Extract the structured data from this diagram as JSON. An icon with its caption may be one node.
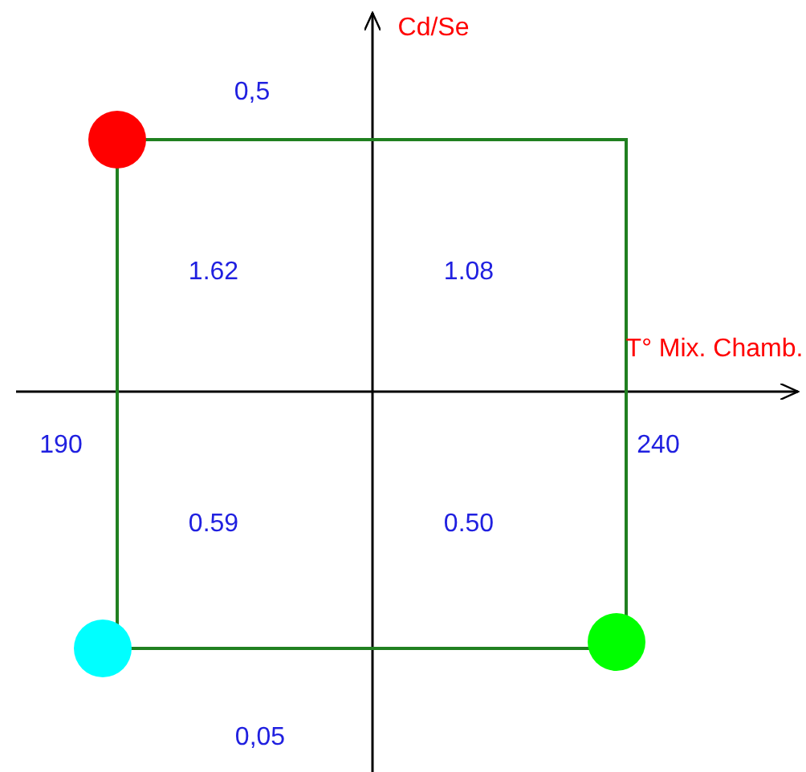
{
  "diagram": {
    "nodes": [
      {
        "text": [],
        "shape": "circle"
      },
      {
        "text": [],
        "shape": "circle"
      },
      {
        "text": [],
        "shape": "circle"
      }
    ],
    "labels": [
      "Cd/Se",
      "0,5",
      "1.62",
      "1.08",
      "T° Mix. Chamb.",
      "190",
      "240",
      "0.59",
      "0.50",
      "0,05"
    ]
  }
}
